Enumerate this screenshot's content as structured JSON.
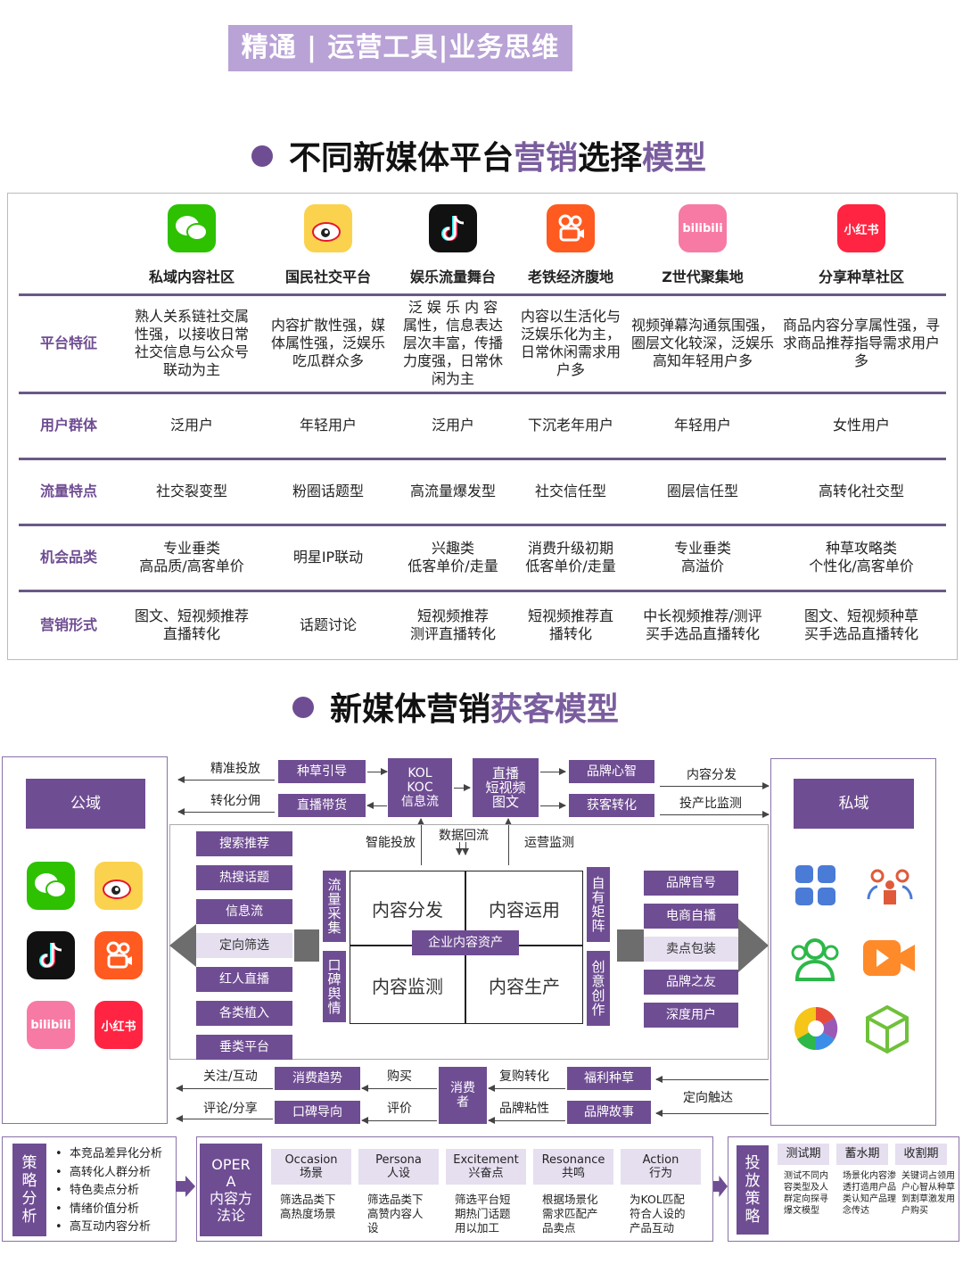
{
  "header": {
    "tag": "精通 | 运营工具|业务思维"
  },
  "section1": {
    "title_pre": "不同新媒体平台",
    "title_hl1": "营销",
    "title_mid": "选择",
    "title_hl2": "模型"
  },
  "platforms": [
    {
      "name": "私域内容社区",
      "icon": "wechat-icon",
      "color": "#2dc100"
    },
    {
      "name": "国民社交平台",
      "icon": "weibo-icon",
      "color": "#f5a623"
    },
    {
      "name": "娱乐流量舞台",
      "icon": "douyin-icon",
      "color": "#111111"
    },
    {
      "name": "老铁经济腹地",
      "icon": "kuaishou-icon",
      "color": "#ff5a1f"
    },
    {
      "name": "Z世代聚集地",
      "icon": "bilibili-icon",
      "color": "#f77aa5"
    },
    {
      "name": "分享种草社区",
      "icon": "xiaohongshu-icon",
      "color": "#ff2442"
    }
  ],
  "rows": [
    {
      "label": "平台特征",
      "cells": [
        "熟人关系链社交属性强，以接收日常社交信息与公众号联动为主",
        "内容扩散性强，媒体属性强，泛娱乐吃瓜群众多",
        "泛 娱 乐 内 容属性，信息表达层次丰富，传播力度强，日常休闲为主",
        "内容以生活化与泛娱乐化为主， 日常休闲需求用户多",
        "视频弹幕沟通氛围强，圈层文化较深，泛娱乐高知年轻用户多",
        "商品内容分享属性强，寻求商品推荐指导需求用户多"
      ]
    },
    {
      "label": "用户群体",
      "cells": [
        "泛用户",
        "年轻用户",
        "泛用户",
        "下沉老年用户",
        "年轻用户",
        "女性用户"
      ]
    },
    {
      "label": "流量特点",
      "cells": [
        "社交裂变型",
        "粉圈话题型",
        "高流量爆发型",
        "社交信任型",
        "圈层信任型",
        "高转化社交型"
      ]
    },
    {
      "label": "机会品类",
      "cells": [
        "专业垂类\n高品质/高客单价",
        "明星IP联动",
        "兴趣类\n低客单价/走量",
        "消费升级初期\n低客单价/走量",
        "专业垂类\n高溢价",
        "种草攻略类\n个性化/高客单价"
      ]
    },
    {
      "label": "营销形式",
      "cells": [
        "图文、短视频推荐\n直播转化",
        "话题讨论",
        "短视频推荐\n测评直播转化",
        "短视频推荐直\n播转化",
        "中长视频推荐/测评\n买手选品直播转化",
        "图文、短视频种草\n买手选品直播转化"
      ]
    }
  ],
  "section2": {
    "title_pre": "新媒体营销",
    "title_hl": "获客模型"
  },
  "model": {
    "public": "公域",
    "private": "私域",
    "top_left_labels": [
      "精准投放",
      "转化分佣"
    ],
    "top_left_boxes": [
      "种草引导",
      "直播带货"
    ],
    "kol": "KOL\nKOC\n信息流",
    "live": "直播\n短视频\n图文",
    "top_right_boxes": [
      "品牌心智",
      "获客转化"
    ],
    "top_right_labels": [
      "内容分发",
      "投产比监测"
    ],
    "mid_labels": [
      "智能投放",
      "数据回流",
      "运营监测"
    ],
    "left_list": [
      "搜索推荐",
      "热搜话题",
      "信息流",
      "定向筛选",
      "红人直播",
      "各类植入",
      "垂类平台"
    ],
    "left_list_highlight": 3,
    "right_list": [
      "品牌官号",
      "电商自播",
      "卖点包装",
      "品牌之友",
      "深度用户"
    ],
    "right_list_highlight": 2,
    "v_left_top": "流量采集",
    "v_left_bot": "口碑舆情",
    "v_right_top": "自有矩阵",
    "v_right_bot": "创意创作",
    "quads": [
      "内容分发",
      "内容运用",
      "内容监测",
      "内容生产"
    ],
    "center": "企业内容资产",
    "bottom_left_labels": [
      "关注/互动",
      "评论/分享"
    ],
    "bottom_left_boxes": [
      "消费趋势",
      "口碑导向"
    ],
    "bottom_mid_labels": [
      "购买",
      "评价"
    ],
    "consumer": "消费\n者",
    "bottom_right_labels": [
      "复购转化",
      "品牌粘性"
    ],
    "bottom_right_boxes": [
      "福利种草",
      "品牌故事"
    ],
    "targeted": "定向触达"
  },
  "strategy": {
    "title": "策\n略\n分\n析",
    "items": [
      "本竞品差异化分析",
      "高转化人群分析",
      "特色卖点分析",
      "情绪价值分析",
      "高互动内容分析"
    ]
  },
  "oper": {
    "title": "OPER\nA\n内容方\n法论",
    "cols": [
      {
        "en": "Occasion",
        "cn": "场景",
        "body": "筛选品类下\n高热度场景"
      },
      {
        "en": "Persona",
        "cn": "人设",
        "body": "筛选品类下\n高赞内容人\n设"
      },
      {
        "en": "Excitement",
        "cn": "兴奋点",
        "body": "筛选平台短\n期热门话题\n用以加工"
      },
      {
        "en": "Resonance",
        "cn": "共鸣",
        "body": "根据场景化\n需求匹配产\n品卖点"
      },
      {
        "en": "Action",
        "cn": "行为",
        "body": "为KOL匹配\n符合人设的\n产品互动"
      }
    ]
  },
  "launch": {
    "title": "投\n放\n策\n略",
    "phases": [
      {
        "name": "测试期",
        "body": "测试不同内\n容类型及人\n群定向探寻\n爆文模型"
      },
      {
        "name": "蓄水期",
        "body": "场景化内容渗\n透打造用户品\n类认知产品理\n念传达"
      },
      {
        "name": "收割期",
        "body": "关键词占领用\n户心智从种草\n到割草激发用\n户购买"
      }
    ]
  }
}
